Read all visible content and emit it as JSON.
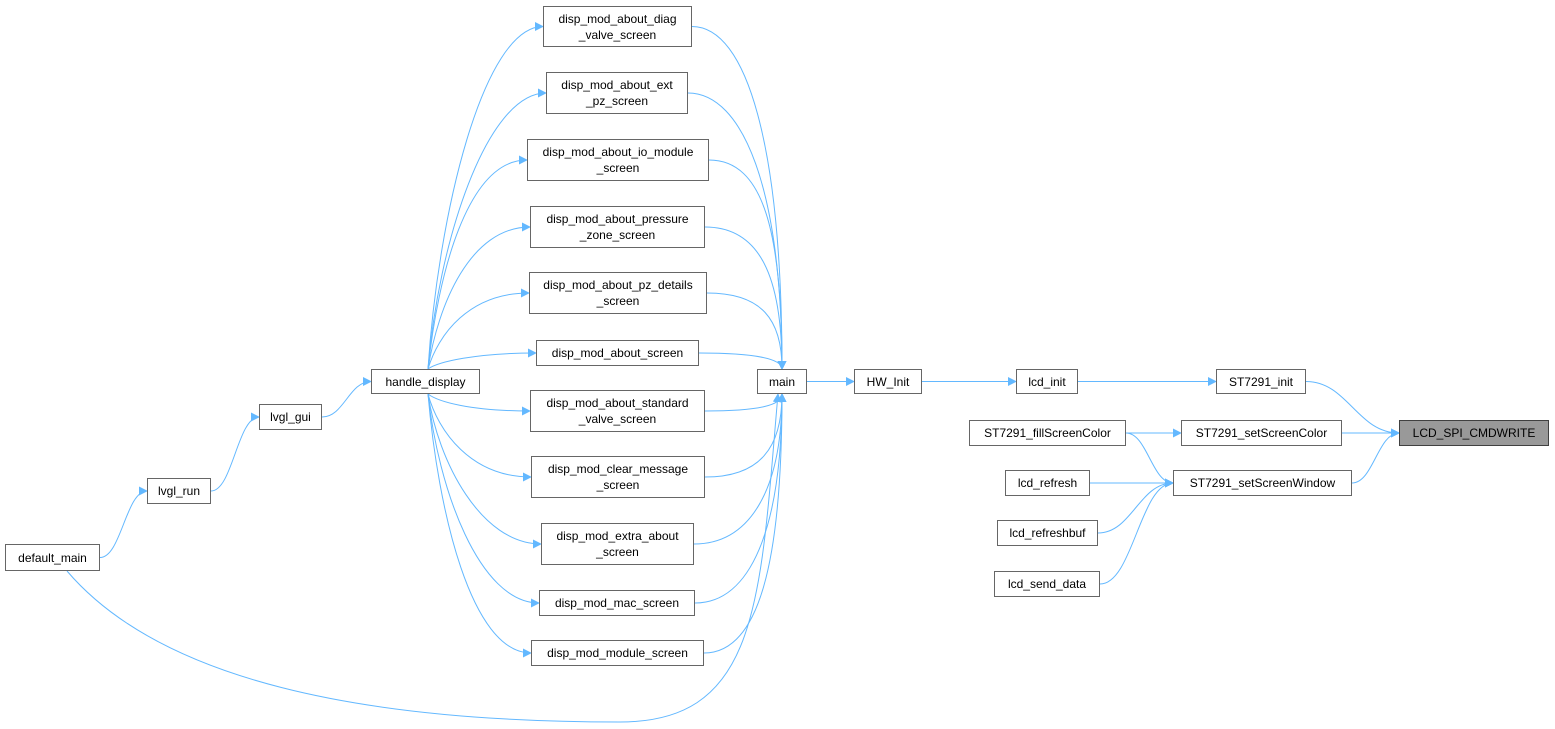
{
  "diagram": {
    "nodes": {
      "diag_valve": [
        "disp_mod_about_diag",
        "_valve_screen"
      ],
      "ext_pz": [
        "disp_mod_about_ext",
        "_pz_screen"
      ],
      "io_module": [
        "disp_mod_about_io_module",
        "_screen"
      ],
      "pressure_zone": [
        "disp_mod_about_pressure",
        "_zone_screen"
      ],
      "pz_details": [
        "disp_mod_about_pz_details",
        "_screen"
      ],
      "about_screen": [
        "disp_mod_about_screen"
      ],
      "standard_valve": [
        "disp_mod_about_standard",
        "_valve_screen"
      ],
      "clear_message": [
        "disp_mod_clear_message",
        "_screen"
      ],
      "extra_about": [
        "disp_mod_extra_about",
        "_screen"
      ],
      "mac_screen": [
        "disp_mod_mac_screen"
      ],
      "module_screen": [
        "disp_mod_module_screen"
      ],
      "handle_display": [
        "handle_display"
      ],
      "lvgl_gui": [
        "lvgl_gui"
      ],
      "lvgl_run": [
        "lvgl_run"
      ],
      "default_main": [
        "default_main"
      ],
      "main": [
        "main"
      ],
      "hw_init": [
        "HW_Init"
      ],
      "lcd_init": [
        "lcd_init"
      ],
      "st7291_init": [
        "ST7291_init"
      ],
      "fill_screen_color": [
        "ST7291_fillScreenColor"
      ],
      "set_screen_color": [
        "ST7291_setScreenColor"
      ],
      "lcd_refresh": [
        "lcd_refresh"
      ],
      "set_screen_window": [
        "ST7291_setScreenWindow"
      ],
      "lcd_refreshbuf": [
        "lcd_refreshbuf"
      ],
      "lcd_send_data": [
        "lcd_send_data"
      ],
      "lcd_spi_cmdwrite": [
        "LCD_SPI_CMDWRITE"
      ]
    },
    "edges": [
      [
        "st7291_init",
        "lcd_spi_cmdwrite"
      ],
      [
        "set_screen_color",
        "lcd_spi_cmdwrite"
      ],
      [
        "set_screen_window",
        "lcd_spi_cmdwrite"
      ],
      [
        "lcd_init",
        "st7291_init"
      ],
      [
        "hw_init",
        "lcd_init"
      ],
      [
        "main",
        "hw_init"
      ],
      [
        "fill_screen_color",
        "set_screen_color"
      ],
      [
        "fill_screen_color",
        "set_screen_window"
      ],
      [
        "lcd_refresh",
        "set_screen_window"
      ],
      [
        "lcd_refreshbuf",
        "set_screen_window"
      ],
      [
        "lcd_send_data",
        "set_screen_window"
      ],
      [
        "diag_valve",
        "main"
      ],
      [
        "ext_pz",
        "main"
      ],
      [
        "io_module",
        "main"
      ],
      [
        "pressure_zone",
        "main"
      ],
      [
        "pz_details",
        "main"
      ],
      [
        "about_screen",
        "main"
      ],
      [
        "standard_valve",
        "main"
      ],
      [
        "clear_message",
        "main"
      ],
      [
        "extra_about",
        "main"
      ],
      [
        "mac_screen",
        "main"
      ],
      [
        "module_screen",
        "main"
      ],
      [
        "default_main",
        "main"
      ],
      [
        "handle_display",
        "diag_valve"
      ],
      [
        "handle_display",
        "ext_pz"
      ],
      [
        "handle_display",
        "io_module"
      ],
      [
        "handle_display",
        "pressure_zone"
      ],
      [
        "handle_display",
        "pz_details"
      ],
      [
        "handle_display",
        "about_screen"
      ],
      [
        "handle_display",
        "standard_valve"
      ],
      [
        "handle_display",
        "clear_message"
      ],
      [
        "handle_display",
        "extra_about"
      ],
      [
        "handle_display",
        "mac_screen"
      ],
      [
        "handle_display",
        "module_screen"
      ],
      [
        "lvgl_gui",
        "handle_display"
      ],
      [
        "lvgl_run",
        "lvgl_gui"
      ],
      [
        "default_main",
        "lvgl_run"
      ]
    ],
    "colors": {
      "edge": "#63b8ff",
      "node_border": "#666666",
      "node_fill": "#ffffff",
      "focus_fill": "#999999"
    }
  }
}
